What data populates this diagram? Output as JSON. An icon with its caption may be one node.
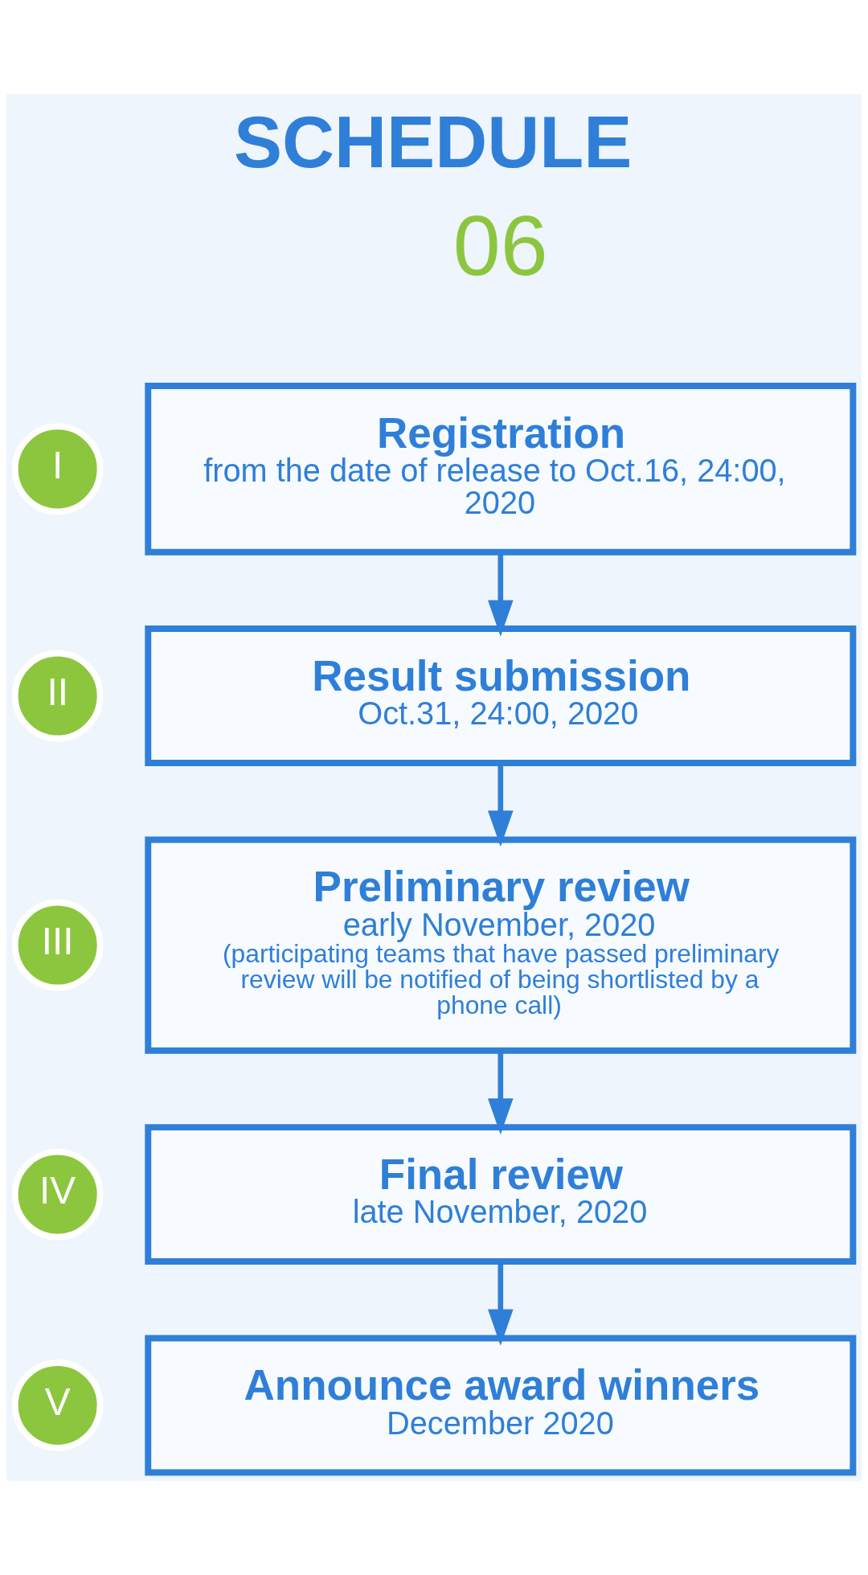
{
  "diagram": {
    "title": "SCHEDULE",
    "nodes": [
      {
        "text": [
          "Registration",
          "from the date of release to Oct.16, 24:00, 2020"
        ]
      },
      {
        "text": [
          "I"
        ]
      },
      {
        "text": [
          "Result submission",
          "Oct.31, 24:00, 2020"
        ]
      },
      {
        "text": [
          "II"
        ]
      },
      {
        "text": [
          "Preliminary review",
          "early November, 2020",
          "(participating teams that have passed preliminary review will be notified of being shortlisted by a phone call)"
        ]
      },
      {
        "text": [
          "III"
        ]
      },
      {
        "text": [
          "Final review",
          "late November, 2020"
        ]
      },
      {
        "text": [
          "IV"
        ]
      },
      {
        "text": [
          "Announce award winners",
          "December 2020"
        ]
      },
      {
        "text": [
          "V"
        ]
      }
    ],
    "edges": [
      {
        "from": 0,
        "to": 2,
        "arrow": "to"
      },
      {
        "from": 2,
        "to": 4,
        "arrow": "to"
      },
      {
        "from": 4,
        "to": 6,
        "arrow": "to"
      },
      {
        "from": 6,
        "to": 8,
        "arrow": "to"
      }
    ],
    "labels": [
      "06"
    ]
  }
}
